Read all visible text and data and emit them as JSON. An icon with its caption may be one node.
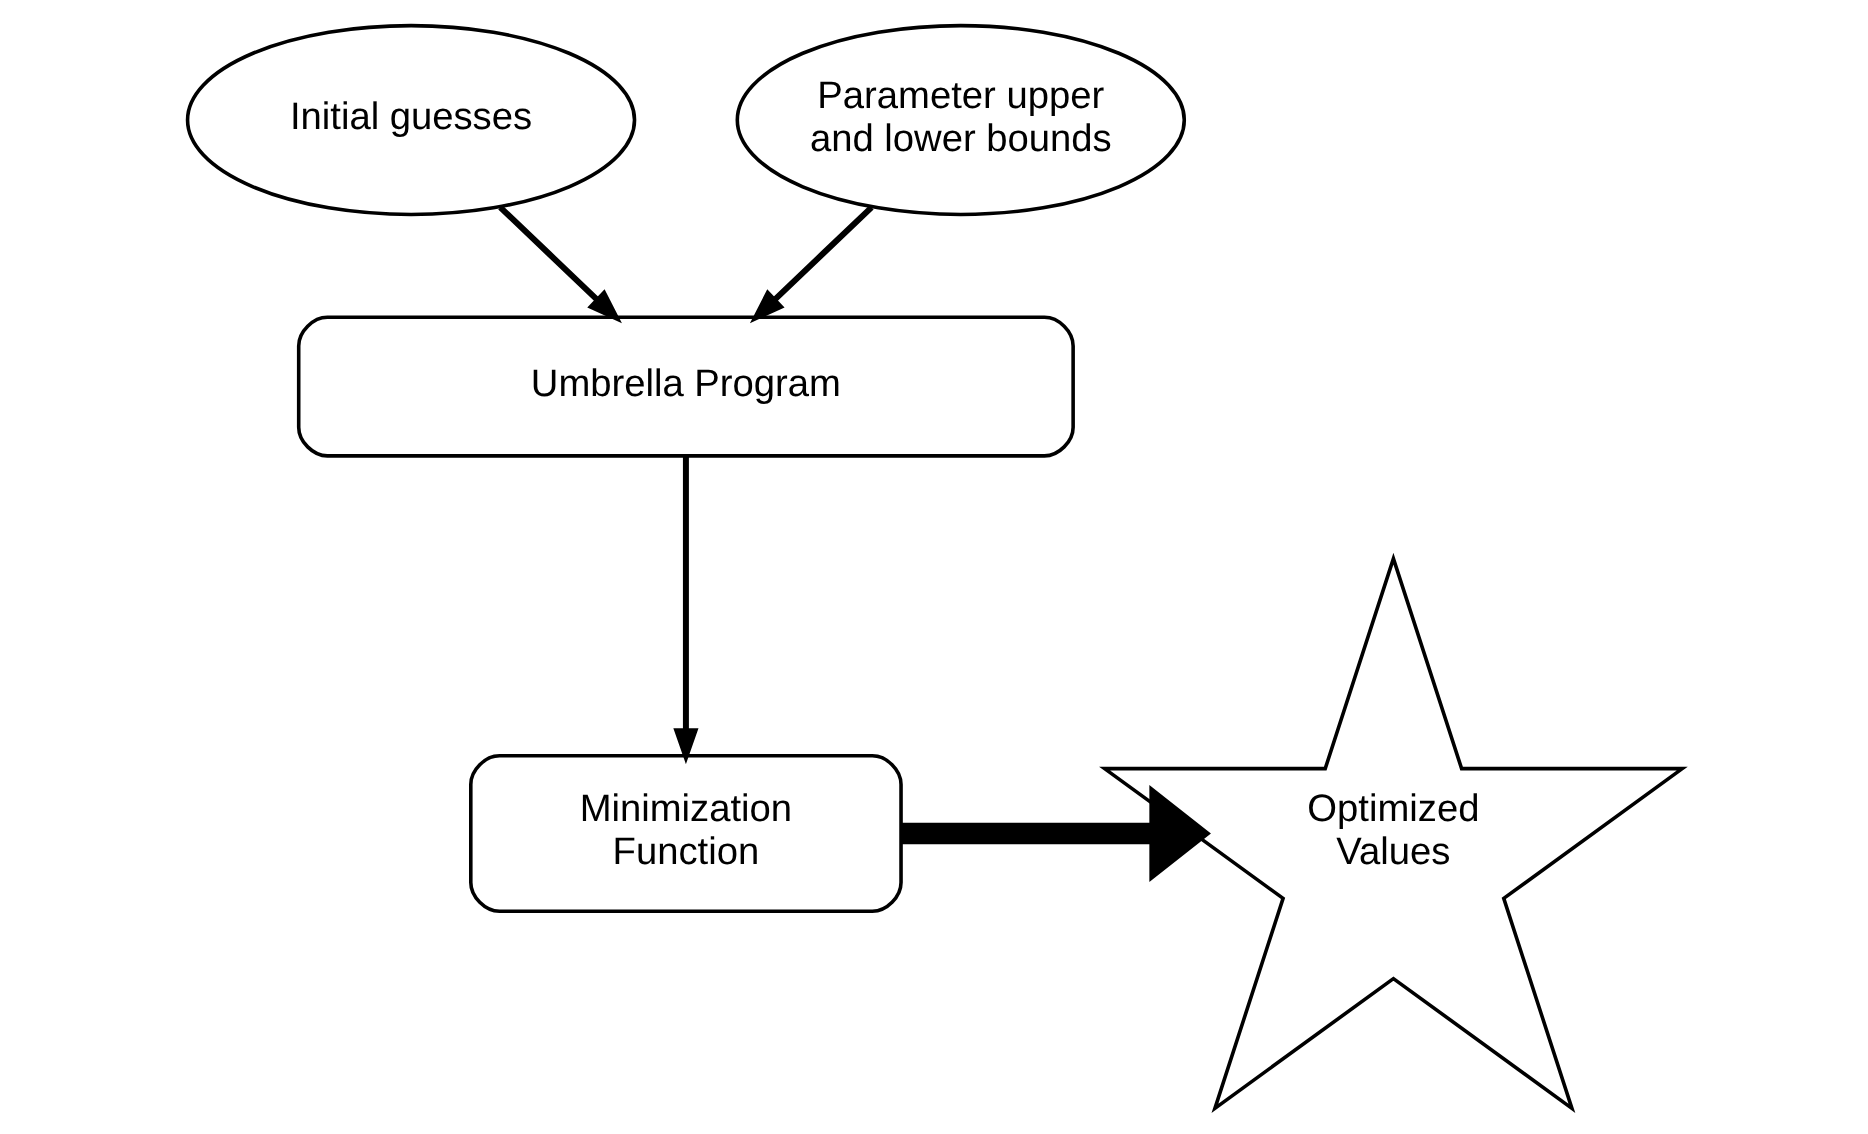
{
  "diagram": {
    "nodes": [
      {
        "text": [
          "Initial guesses"
        ]
      },
      {
        "text": [
          "Parameter upper and lower bounds"
        ]
      },
      {
        "text": [
          "Umbrella Program"
        ]
      },
      {
        "text": [
          "Minimization Function"
        ]
      },
      {
        "text": [
          "Optimized Values"
        ]
      }
    ],
    "edges": [
      {
        "from": 0,
        "to": 2,
        "arrow": "to"
      },
      {
        "from": 1,
        "to": 2,
        "arrow": "to"
      },
      {
        "from": 2,
        "to": 3,
        "arrow": "to"
      },
      {
        "from": 3,
        "to": 4,
        "arrow": "to",
        "style": "thick"
      }
    ]
  }
}
